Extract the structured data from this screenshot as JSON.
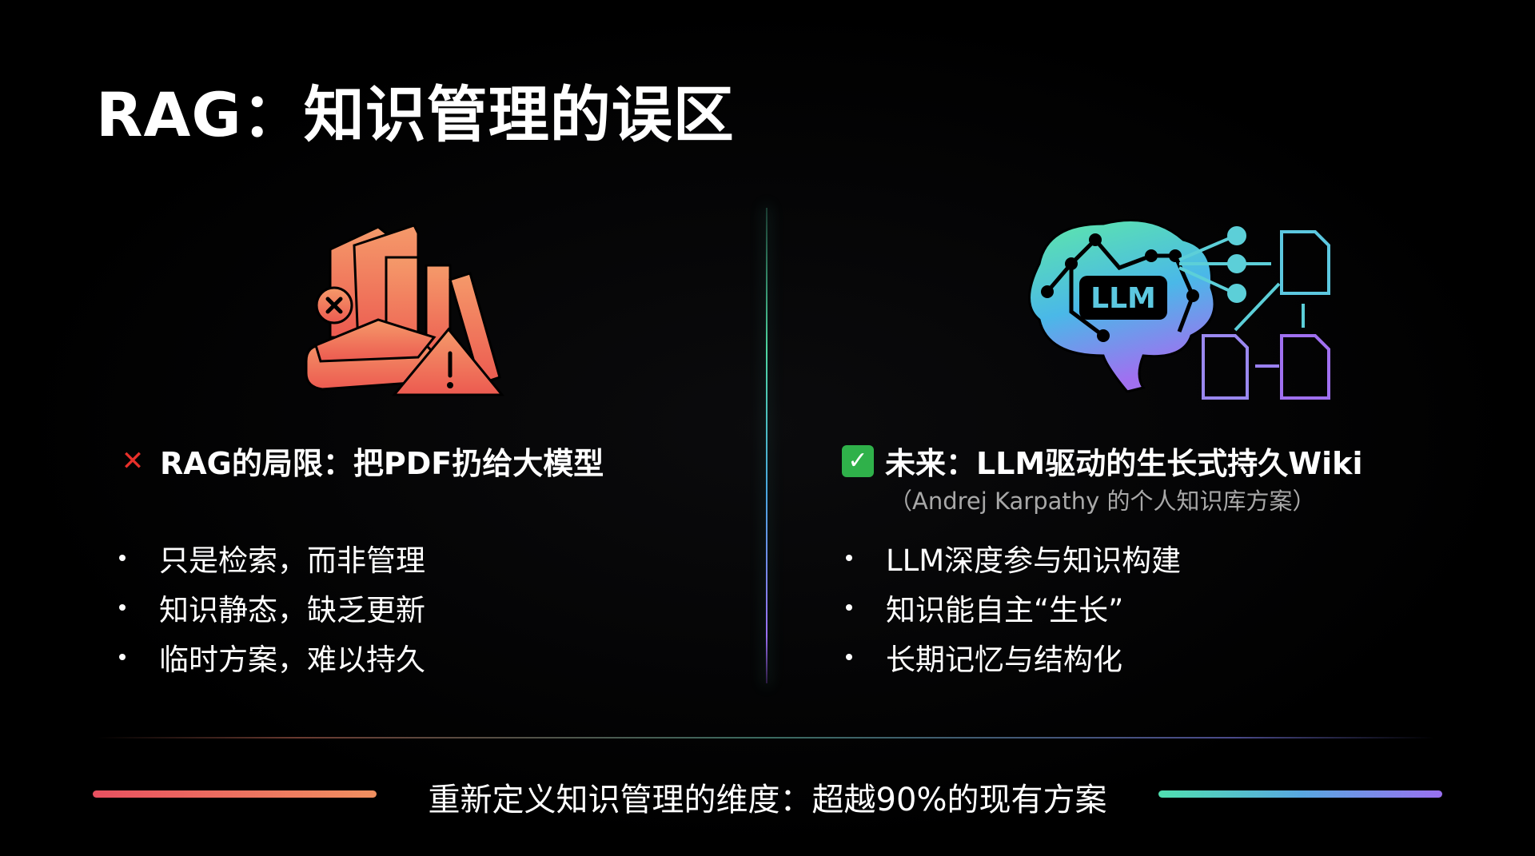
{
  "title": "RAG：知识管理的误区",
  "left": {
    "icon": "books-warning-icon",
    "mark": "✕",
    "heading": "RAG的局限：把PDF扔给大模型",
    "bullets": [
      "只是检索，而非管理",
      "知识静态，缺乏更新",
      "临时方案，难以持久"
    ],
    "color": "#f06a50"
  },
  "right": {
    "icon": "llm-brain-icon",
    "icon_label": "LLM",
    "mark": "✓",
    "heading": "未来：LLM驱动的生长式持久Wiki",
    "subtitle": "（Andrej Karpathy 的个人知识库方案）",
    "bullets": [
      "LLM深度参与知识构建",
      "知识能自主“生长”",
      "长期记忆与结构化"
    ]
  },
  "footer": "重新定义知识管理的维度：超越90%的现有方案"
}
